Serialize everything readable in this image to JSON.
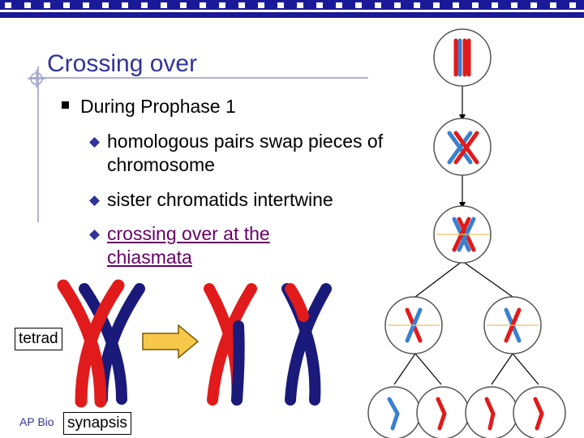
{
  "slide": {
    "title": "Crossing over",
    "bullet": "During Prophase 1",
    "subbullets": [
      "homologous pairs swap pieces of chromosome",
      "sister chromatids intertwine",
      "crossing over at the chiasmata"
    ],
    "labels": {
      "tetrad": "tetrad",
      "synapsis": "synapsis"
    },
    "footer": "AP Bio"
  },
  "colors": {
    "title": "#333399",
    "top_bar_blue": "#1a1a99",
    "chromosome_red": "#e11b1b",
    "chromosome_blue": "#1a1a7a",
    "arrow_yellow": "#f7c84a"
  }
}
